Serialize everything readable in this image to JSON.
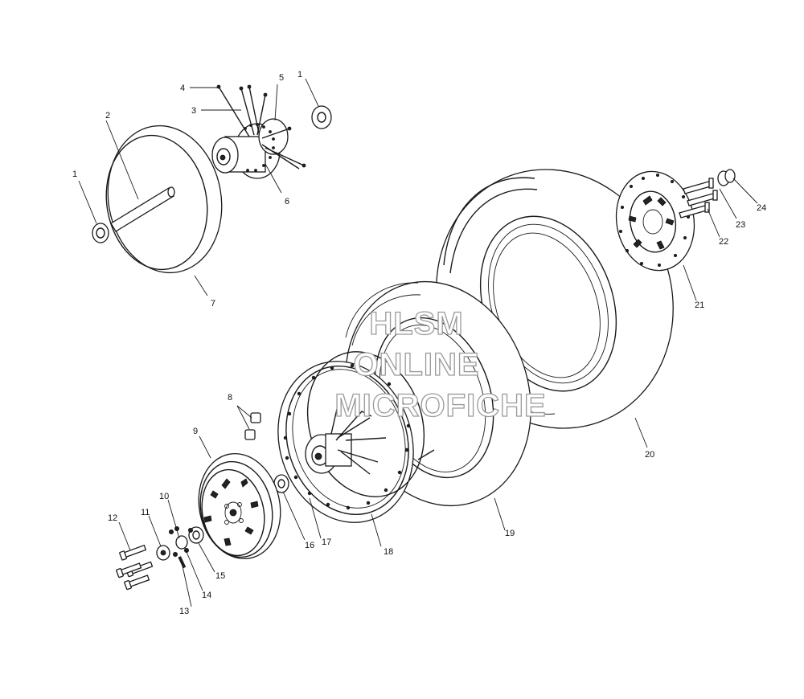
{
  "watermark": {
    "lines": [
      "HLSM",
      "ONLINE",
      "MICROFICHE"
    ]
  },
  "callouts": [
    {
      "id": "c1a",
      "label": "1"
    },
    {
      "id": "c1b",
      "label": "1"
    },
    {
      "id": "c2",
      "label": "2"
    },
    {
      "id": "c3",
      "label": "3"
    },
    {
      "id": "c4",
      "label": "4"
    },
    {
      "id": "c5",
      "label": "5"
    },
    {
      "id": "c6",
      "label": "6"
    },
    {
      "id": "c7",
      "label": "7"
    },
    {
      "id": "c8",
      "label": "8"
    },
    {
      "id": "c9",
      "label": "9"
    },
    {
      "id": "c10",
      "label": "10"
    },
    {
      "id": "c11",
      "label": "11"
    },
    {
      "id": "c12",
      "label": "12"
    },
    {
      "id": "c13",
      "label": "13"
    },
    {
      "id": "c14",
      "label": "14"
    },
    {
      "id": "c15",
      "label": "15"
    },
    {
      "id": "c16",
      "label": "16"
    },
    {
      "id": "c17",
      "label": "17"
    },
    {
      "id": "c18",
      "label": "18"
    },
    {
      "id": "c19",
      "label": "19"
    },
    {
      "id": "c20",
      "label": "20"
    },
    {
      "id": "c21",
      "label": "21"
    },
    {
      "id": "c22",
      "label": "22"
    },
    {
      "id": "c23",
      "label": "23"
    },
    {
      "id": "c24",
      "label": "24"
    }
  ]
}
